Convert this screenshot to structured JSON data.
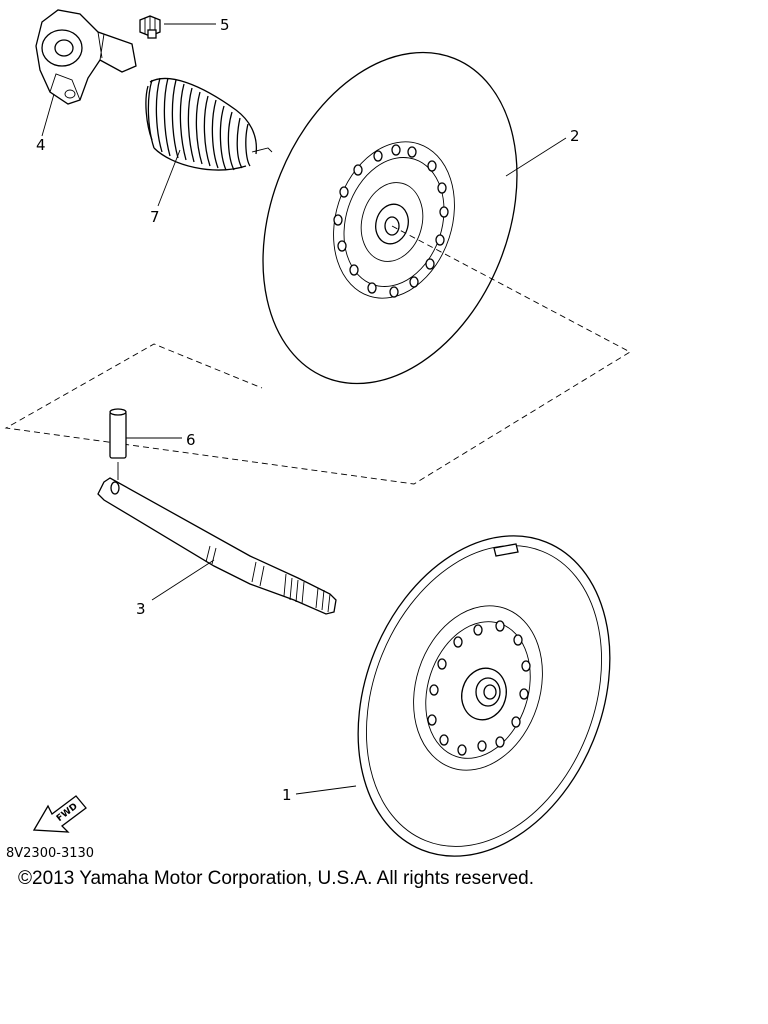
{
  "callouts": [
    "1",
    "2",
    "3",
    "4",
    "5",
    "6",
    "7"
  ],
  "part_code": "8V2300-3130",
  "fwd_label": "FWD",
  "copyright": "©2013 Yamaha Motor Corporation, U.S.A. All rights reserved."
}
